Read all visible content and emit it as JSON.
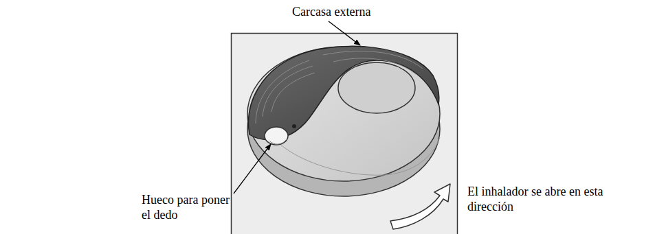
{
  "diagram": {
    "labels": [
      "Carcasa externa",
      "Hueco para poner el dedo",
      "El inhalador se abre en esta dirección"
    ]
  }
}
